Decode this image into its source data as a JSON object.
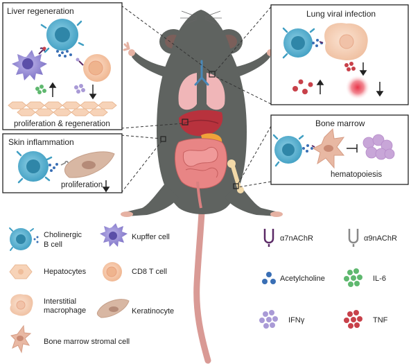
{
  "panels": {
    "liver": {
      "title": "Liver regeneration",
      "caption": "proliferation & regeneration"
    },
    "skin": {
      "title": "Skin inflammation",
      "caption": "proliferation"
    },
    "lung": {
      "title": "Lung viral infection"
    },
    "bone": {
      "title": "Bone marrow",
      "caption": "hematopoiesis"
    }
  },
  "legend": {
    "cholinergic_line1": "Cholinergic",
    "cholinergic_line2": "B cell",
    "kupffer": "Kupffer cell",
    "hepatocytes": "Hepatocytes",
    "cd8": "CD8 T cell",
    "macrophage_line1": "Interstitial",
    "macrophage_line2": "macrophage",
    "keratinocyte": "Keratinocyte",
    "stromal": "Bone marrow stromal cell",
    "a7": "α7nAChR",
    "a9": "α9nAChR",
    "ach": "Acetylcholine",
    "il6": "IL-6",
    "ifng": "IFNγ",
    "tnf": "TNF"
  },
  "colors": {
    "bcell": "#5fb3cf",
    "bcell_core": "#2f86a8",
    "kupffer": "#9a8fd3",
    "hepatocyte": "#f7d3b8",
    "cd8": "#f6c4a3",
    "keratinocyte": "#d8b7a3",
    "stromal": "#e8b8a3",
    "receptor_a7": "#5b2a66",
    "receptor_a9": "#888888",
    "ach": "#3a6fb5",
    "il6": "#5fb86f",
    "ifng": "#a99ad6",
    "tnf": "#c8414a",
    "mouse": "#5f6360",
    "tail": "#d99a95"
  }
}
